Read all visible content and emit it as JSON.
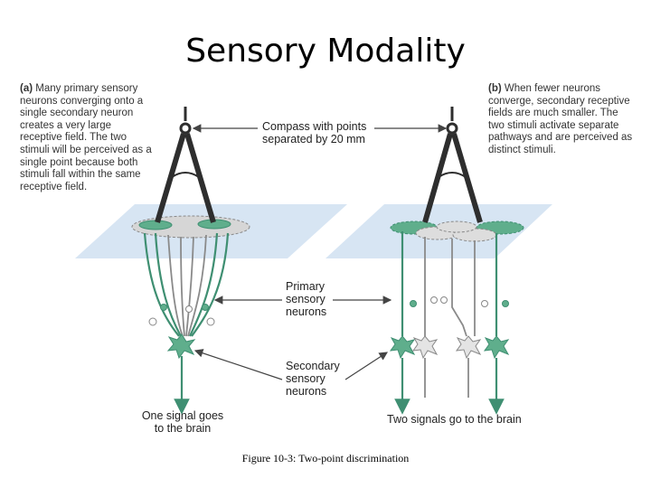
{
  "slide": {
    "title": "Sensory Modality"
  },
  "panel_a": {
    "tag": "(a)",
    "text": "Many primary sensory neurons converging onto a single secondary neuron creates a very large receptive field. The two stimuli will be perceived as a single point because both stimuli fall within the same receptive field.",
    "output": [
      "One signal goes",
      "to the brain"
    ]
  },
  "panel_b": {
    "tag": "(b)",
    "text": "When fewer neurons converge, secondary receptive fields are much smaller. The two stimuli activate separate pathways and are perceived as distinct stimuli.",
    "output": "Two signals go to the brain"
  },
  "labels": {
    "compass": [
      "Compass with points",
      "separated by 20 mm"
    ],
    "primary": [
      "Primary",
      "sensory",
      "neurons"
    ],
    "secondary": [
      "Secondary",
      "sensory",
      "neurons"
    ]
  },
  "caption": "Figure 10-3: Two-point discrimination",
  "colors": {
    "active": "#3f8f72",
    "active_fill": "#5fae8c",
    "inactive": "#8a8a8a",
    "skin": "#bcd3e8",
    "compass": "#2e2e2e"
  }
}
